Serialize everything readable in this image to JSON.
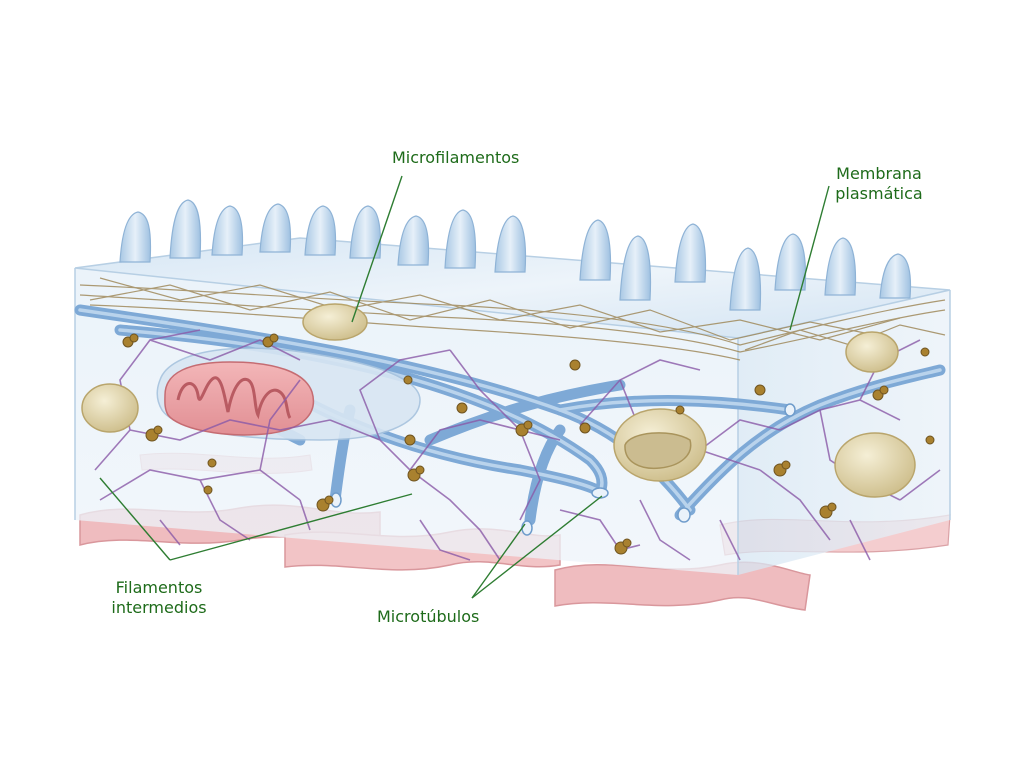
{
  "labels": {
    "microfilamentos": "Microfilamentos",
    "membrana_line1": "Membrana",
    "membrana_line2": "plasmática",
    "filamentos_line1": "Filamentos",
    "filamentos_line2": "intermedios",
    "microtubulos": "Microtúbulos"
  },
  "colors": {
    "label_text": "#1e6b1a",
    "leader_line": "#2e7d32",
    "membrane": "#cfe3f3",
    "microtubule": "#7ea9d6",
    "intermediate_filament": "#8a5aa8",
    "microfilament": "#a08a5c",
    "ribosome": "#a9812f",
    "mitochondrion": "#e9a3a6",
    "vesicle": "#e6dcb4",
    "er_membrane": "#efbcbf"
  }
}
